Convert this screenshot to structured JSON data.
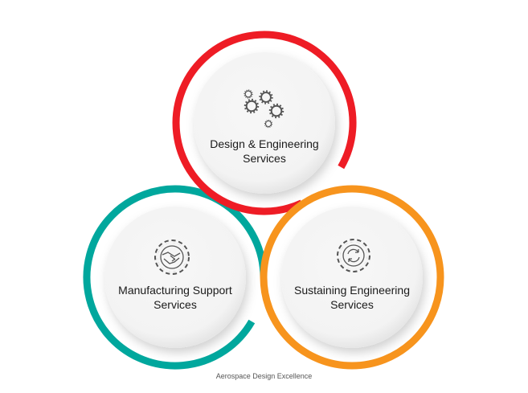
{
  "nodes": [
    {
      "line1": "Design & Engineering",
      "line2": "Services",
      "icon": "gears-icon",
      "color": "#ee1c25"
    },
    {
      "line1": "Manufacturing Support",
      "line2": "Services",
      "icon": "handshake-gear-icon",
      "color": "#00a79d"
    },
    {
      "line1": "Sustaining Engineering",
      "line2": "Services",
      "icon": "refresh-gear-icon",
      "color": "#f7941d"
    }
  ],
  "caption": "Aerospace Design Excellence"
}
